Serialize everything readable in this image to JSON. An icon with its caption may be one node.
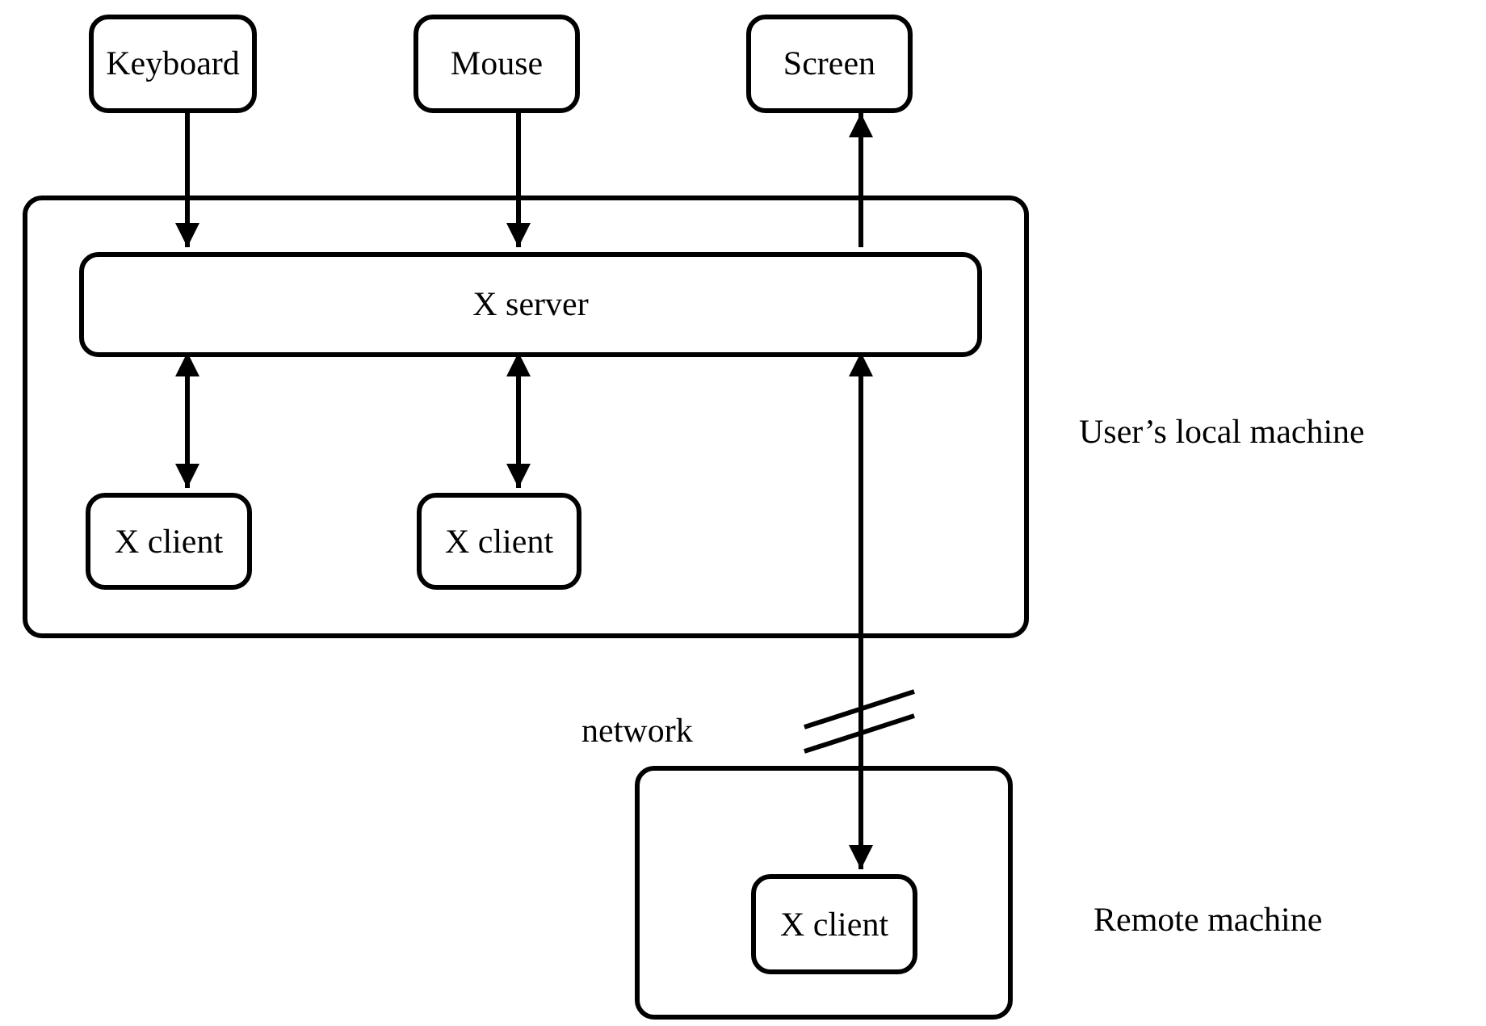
{
  "diagram": {
    "nodes": [
      {
        "text": [
          "Keyboard"
        ]
      },
      {
        "text": [
          "Mouse"
        ]
      },
      {
        "text": [
          "Screen"
        ]
      },
      {
        "text": [],
        "shape": "box",
        "beside": [
          "User’s local machine"
        ]
      },
      {
        "text": [
          "X server"
        ],
        "in": 3
      },
      {
        "text": [
          "X client"
        ],
        "in": 3
      },
      {
        "text": [
          "X client"
        ],
        "in": 3
      },
      {
        "text": [],
        "shape": "box",
        "beside": [
          "Remote machine"
        ]
      },
      {
        "text": [
          "X client"
        ],
        "in": 7
      }
    ],
    "edges": [
      {
        "from": 0,
        "to": 4,
        "arrow": "to"
      },
      {
        "from": 1,
        "to": 4,
        "arrow": "to"
      },
      {
        "from": 4,
        "to": 2,
        "arrow": "to"
      },
      {
        "from": 4,
        "to": 5,
        "arrow": "both"
      },
      {
        "from": 4,
        "to": 6,
        "arrow": "both"
      },
      {
        "from": 4,
        "to": 8,
        "arrow": "both",
        "label": "network"
      }
    ]
  }
}
